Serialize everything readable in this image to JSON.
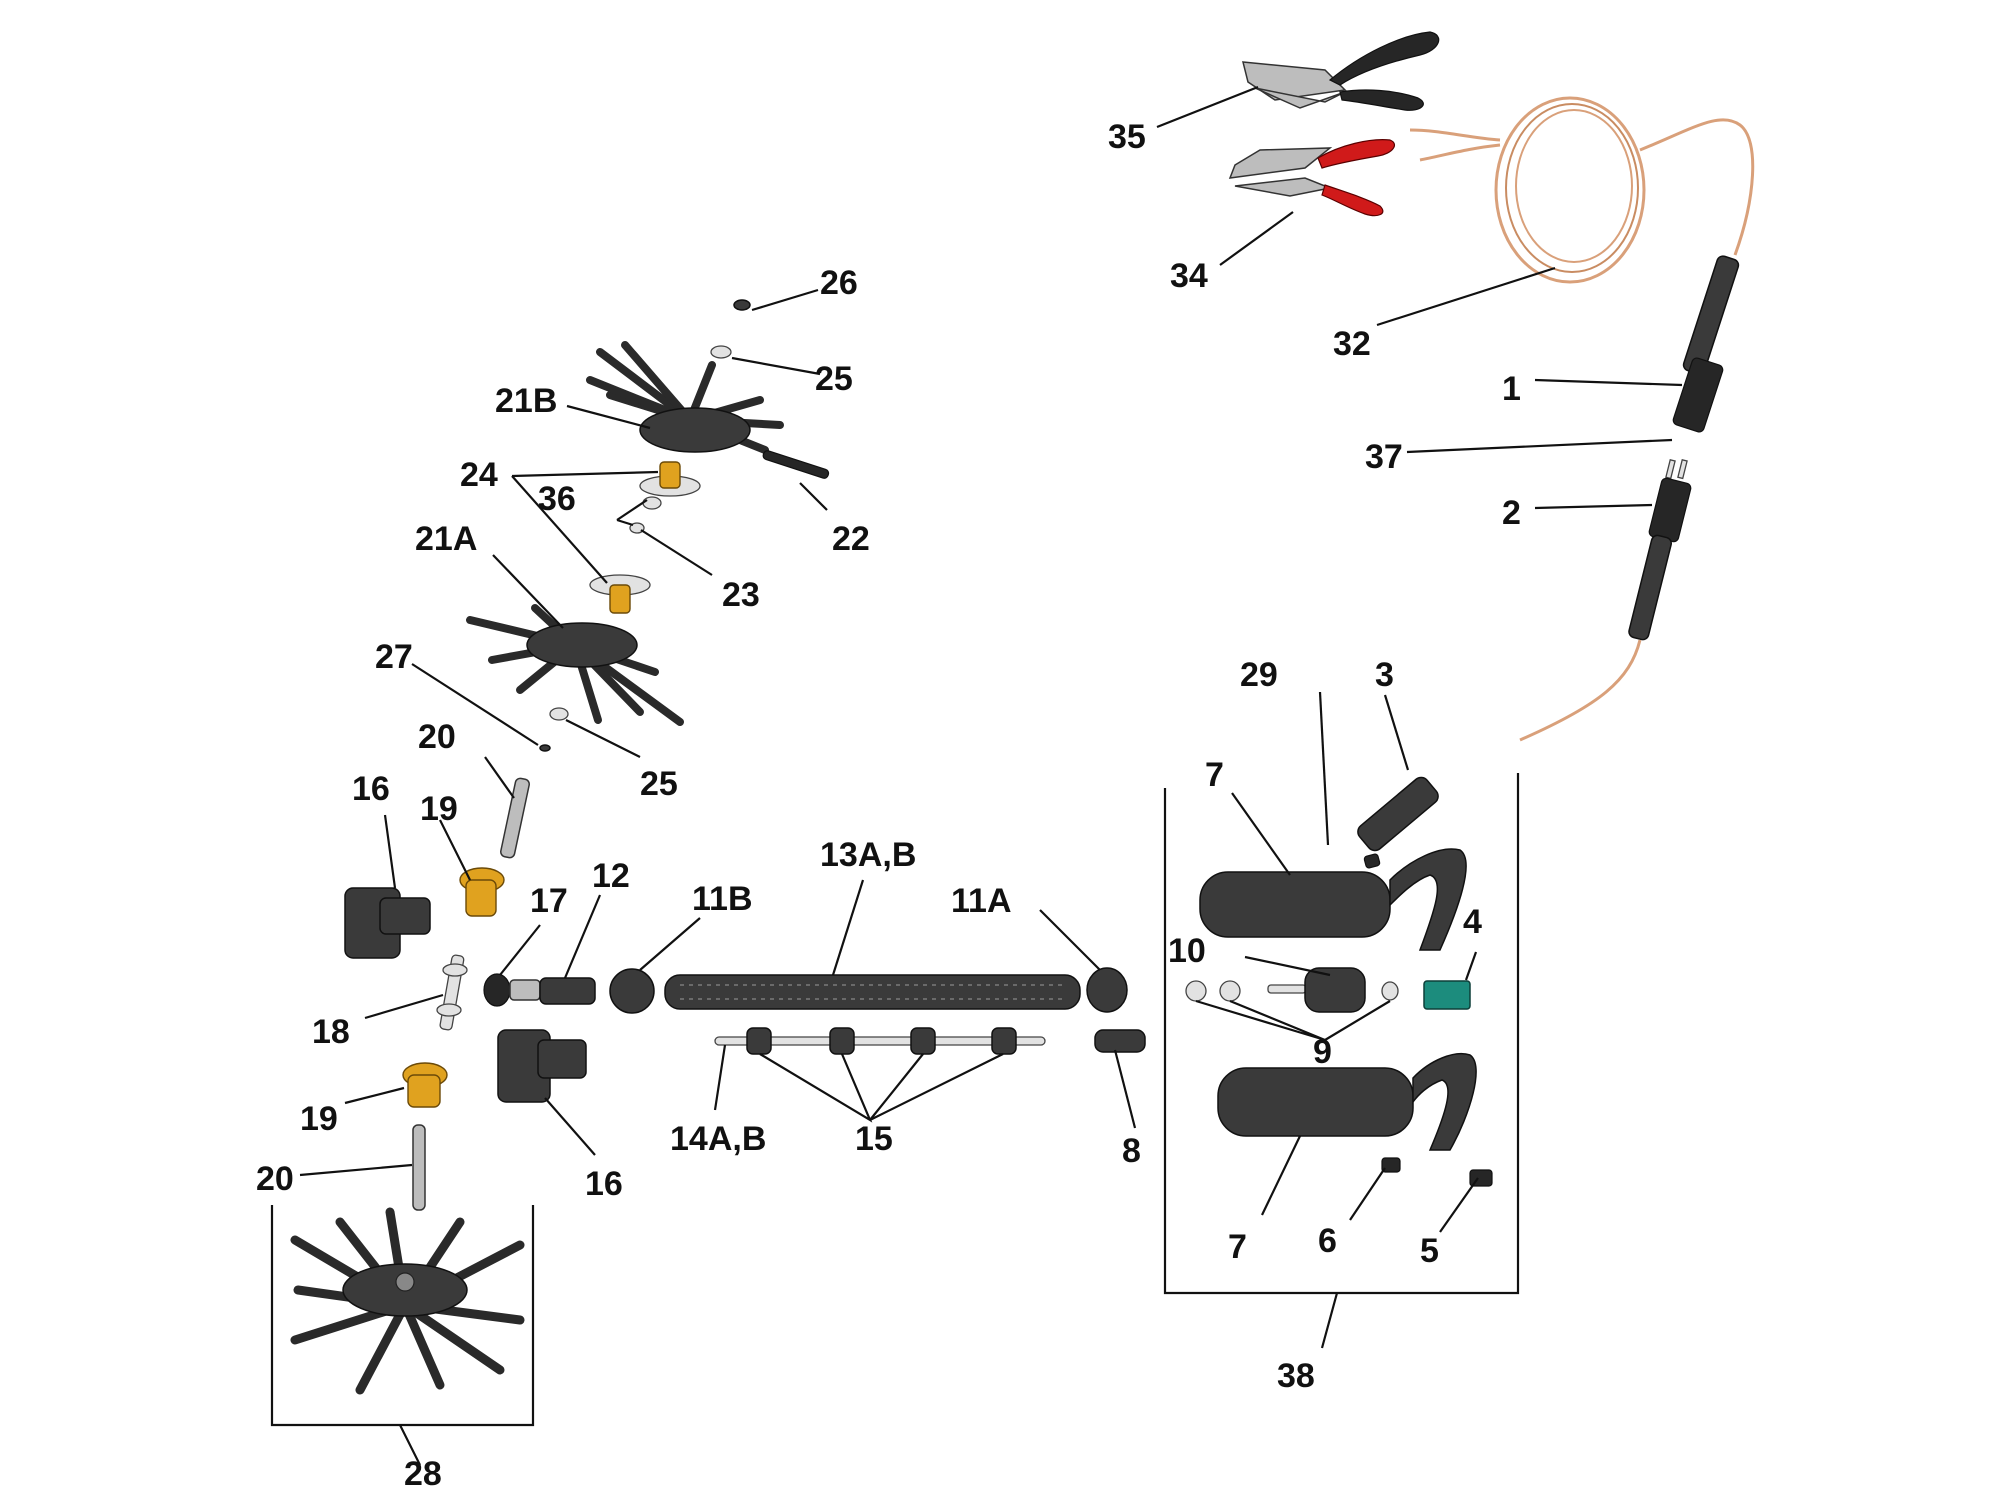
{
  "labels": {
    "p1": "1",
    "p2": "2",
    "p3": "3",
    "p4": "4",
    "p5": "5",
    "p6": "6",
    "p7a": "7",
    "p7b": "7",
    "p8": "8",
    "p9": "9",
    "p10": "10",
    "p11a": "11A",
    "p11b": "11B",
    "p12": "12",
    "p13": "13A,B",
    "p14": "14A,B",
    "p15": "15",
    "p16a": "16",
    "p16b": "16",
    "p17": "17",
    "p18": "18",
    "p19a": "19",
    "p19b": "19",
    "p20a": "20",
    "p20b": "20",
    "p21a": "21A",
    "p21b": "21B",
    "p22": "22",
    "p23": "23",
    "p24": "24",
    "p25a": "25",
    "p25b": "25",
    "p26": "26",
    "p27": "27",
    "p28": "28",
    "p29": "29",
    "p32": "32",
    "p34": "34",
    "p35": "35",
    "p36": "36",
    "p37": "37",
    "p38": "38"
  },
  "colors": {
    "label_text": "#111111",
    "part_dark": "#3a3a3a",
    "part_gold": "#e0a21f",
    "clamp_red": "#d01a1a",
    "cable_copper": "#d9a07a"
  }
}
